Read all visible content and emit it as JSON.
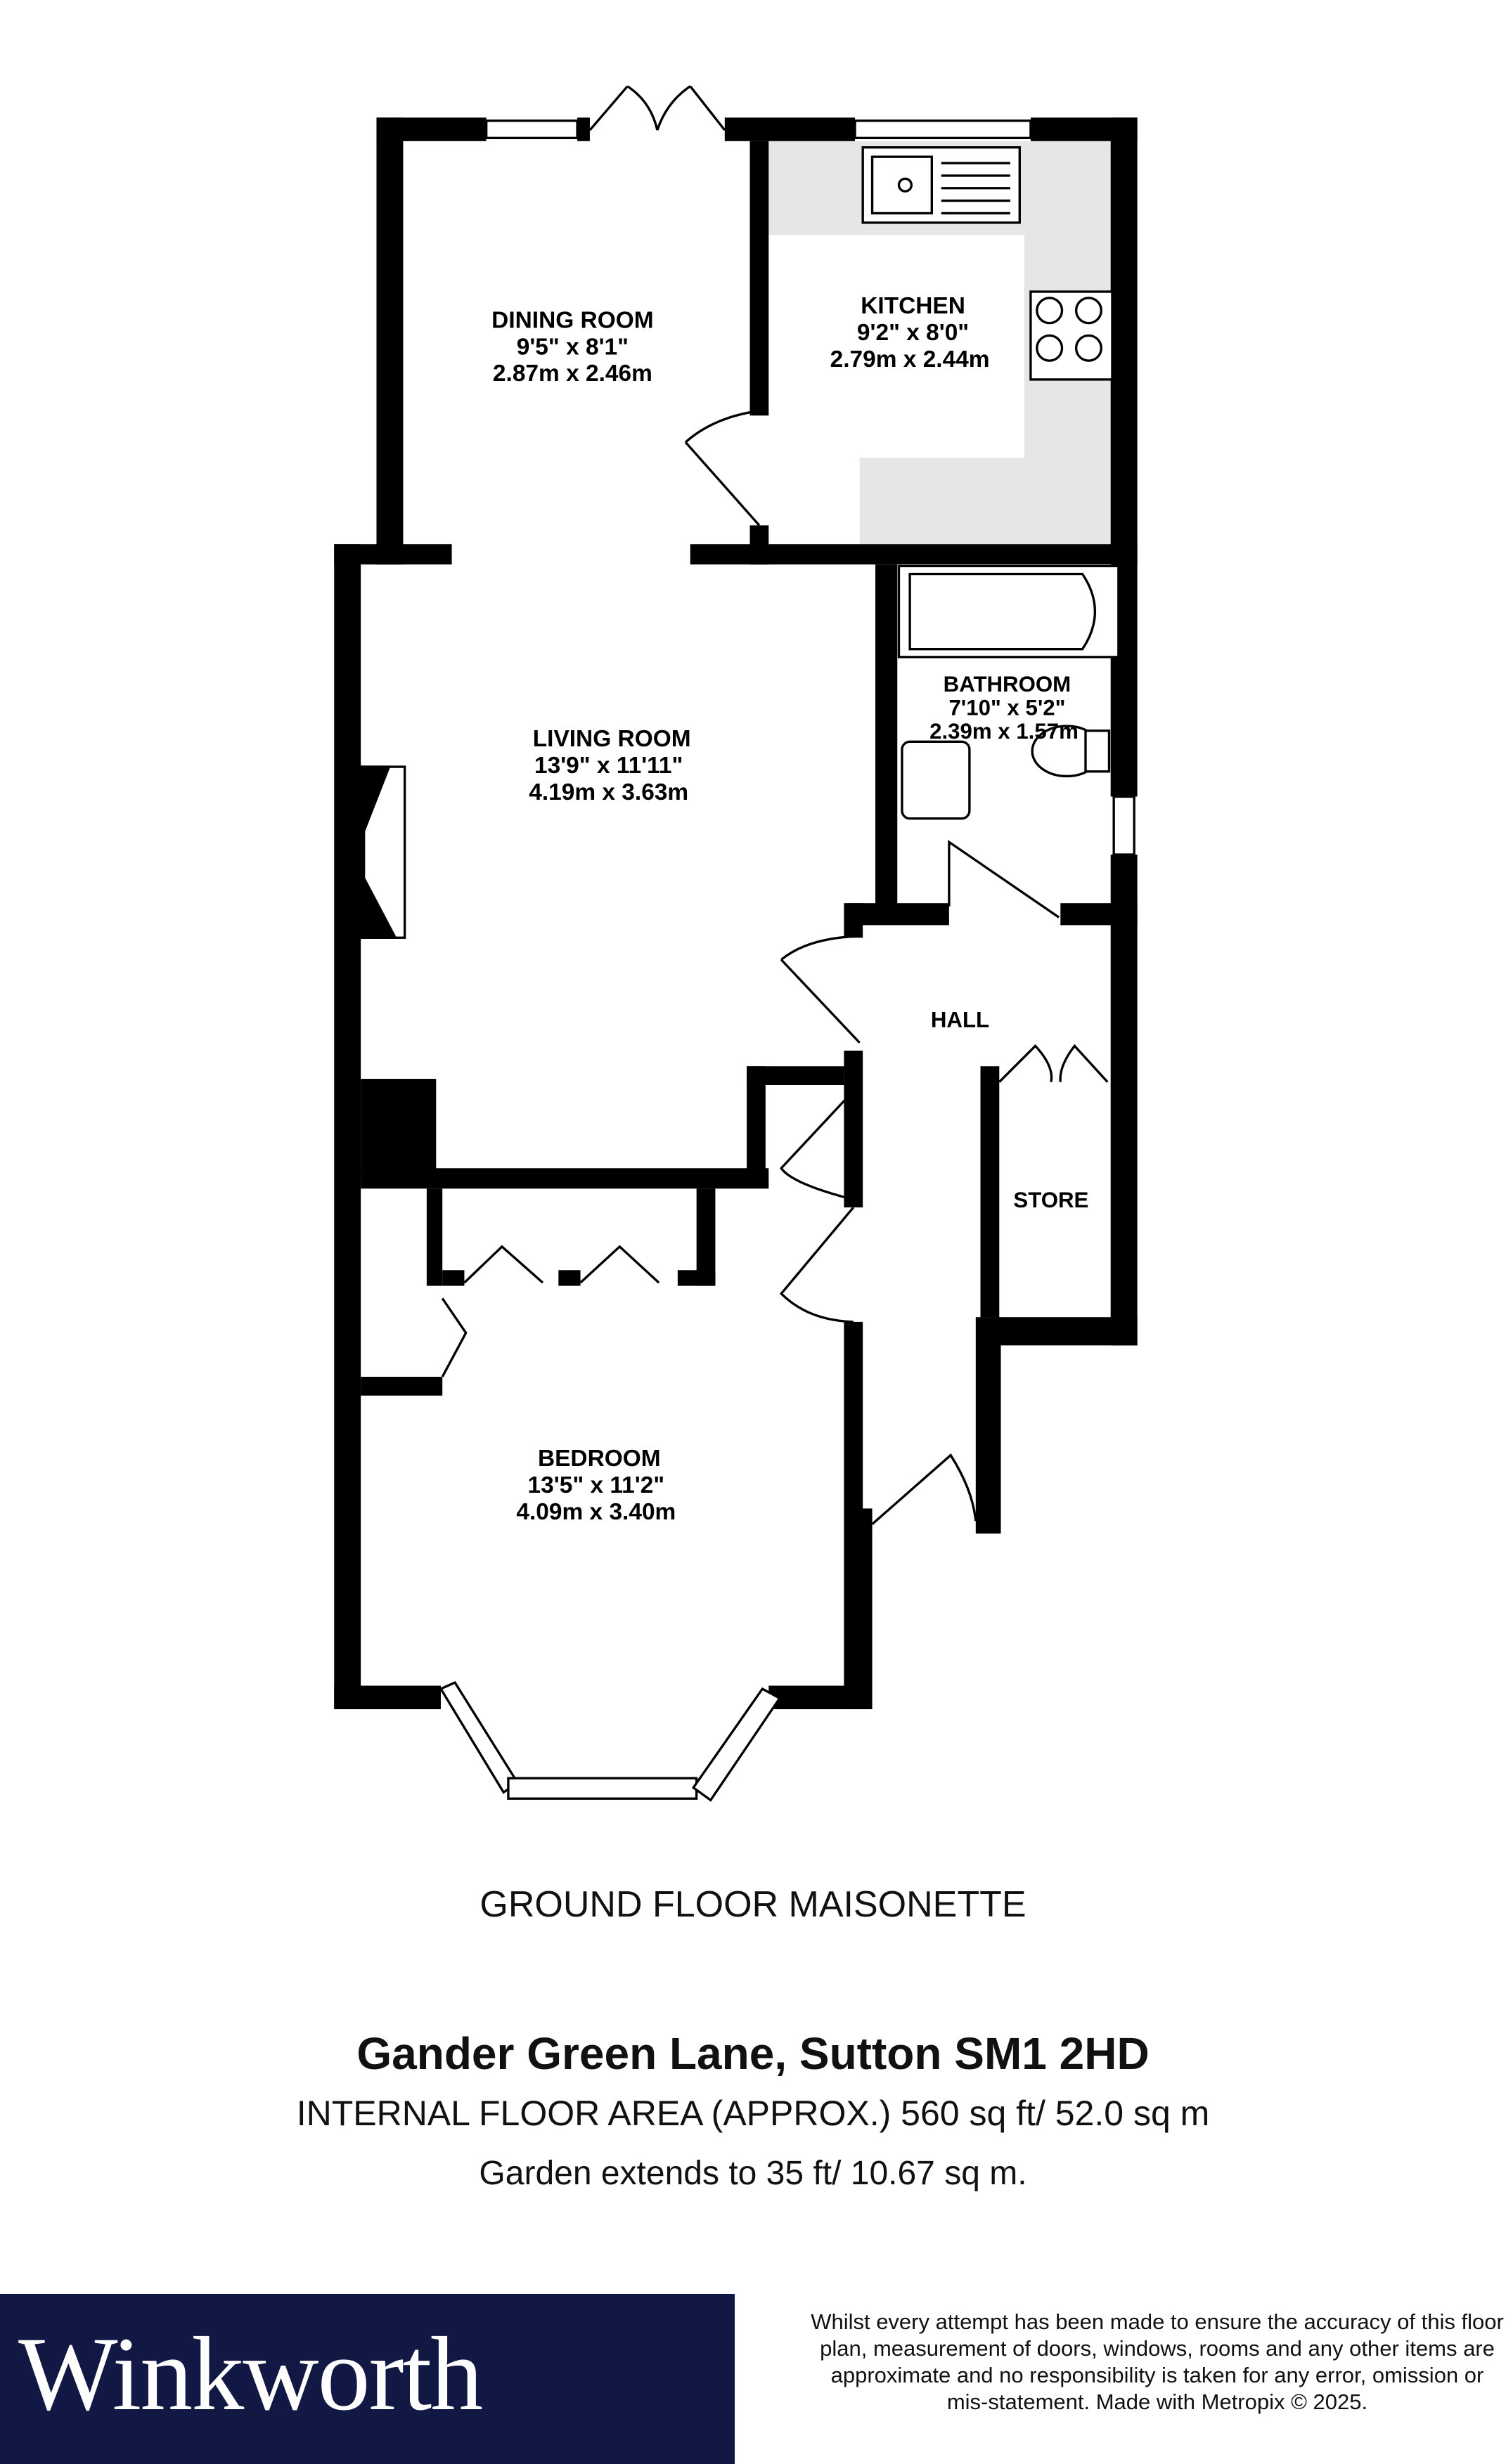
{
  "rooms": [
    {
      "name": "DINING ROOM",
      "imperial": "9'5\"  x 8'1\"",
      "metric": "2.87m  x 2.46m"
    },
    {
      "name": "KITCHEN",
      "imperial": "9'2\"  x 8'0\"",
      "metric": "2.79m  x 2.44m"
    },
    {
      "name": "BATHROOM",
      "imperial": "7'10\"  x 5'2\"",
      "metric": "2.39m  x 1.57m"
    },
    {
      "name": "LIVING ROOM",
      "imperial": "13'9\"  x 11'11\"",
      "metric": "4.19m  x 3.63m"
    },
    {
      "name": "HALL"
    },
    {
      "name": "STORE"
    },
    {
      "name": "BEDROOM",
      "imperial": "13'5\"  x 11'2\"",
      "metric": "4.09m  x 3.40m"
    }
  ],
  "floor_label": "GROUND FLOOR MAISONETTE",
  "address": "Gander Green Lane, Sutton SM1 2HD",
  "area": "INTERNAL FLOOR AREA (APPROX.) 560 sq ft/ 52.0 sq m",
  "garden": "Garden extends to 35 ft/ 10.67 sq m.",
  "brand": {
    "name": "Winkworth",
    "color": "#121844"
  },
  "disclaimer": "Whilst every attempt has been made to ensure the accuracy of this floor plan, measurement of doors, windows, rooms and any other items are approximate and no responsibility is taken for any error, omission or mis-statement. Made with Metropix © 2025."
}
